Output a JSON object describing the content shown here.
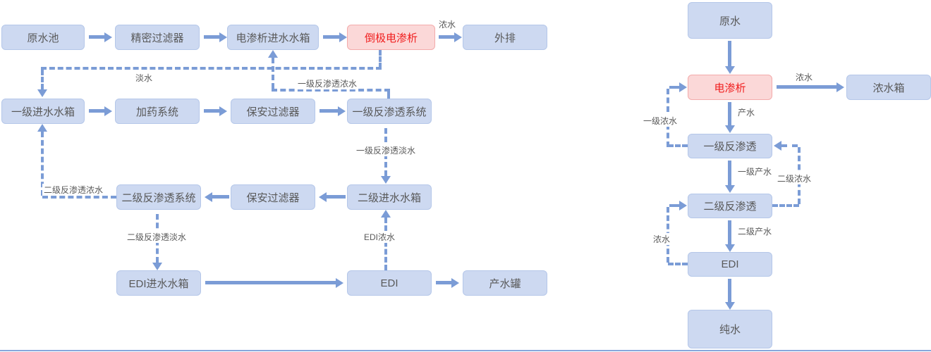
{
  "colors": {
    "box_bg": "#cdd9f1",
    "box_border": "#b5c7e9",
    "box_text": "#595959",
    "highlight_bg": "#fbd8d8",
    "highlight_border": "#f3abab",
    "highlight_text": "#f01e1e",
    "arrow": "#7b9cd6"
  },
  "left_diagram": {
    "boxes": {
      "raw_water_pool": "原水池",
      "precision_filter": "精密过滤器",
      "ed_feed_tank": "电渗析进水水箱",
      "edr": "倒极电渗析",
      "discharge": "外排",
      "stage1_feed_tank": "一级进水水箱",
      "dosing_system": "加药系统",
      "security_filter_1": "保安过滤器",
      "stage1_ro_system": "一级反渗透系统",
      "stage2_ro_system": "二级反渗透系统",
      "security_filter_2": "保安过滤器",
      "stage2_feed_tank": "二级进水水箱",
      "edi_feed_tank": "EDI进水水箱",
      "edi": "EDI",
      "product_tank": "产水罐"
    },
    "labels": {
      "concentrate": "浓水",
      "fresh_water": "淡水",
      "stage1_ro_concentrate": "一级反渗透浓水",
      "stage1_ro_permeate": "一级反渗透淡水",
      "stage2_ro_concentrate": "二级反渗透浓水",
      "stage2_ro_permeate": "二级反渗透淡水",
      "edi_concentrate": "EDI浓水"
    }
  },
  "right_diagram": {
    "boxes": {
      "raw_water": "原水",
      "ed": "电渗析",
      "concentrate_tank": "浓水箱",
      "stage1_ro": "一级反渗透",
      "stage2_ro": "二级反渗透",
      "edi": "EDI",
      "pure_water": "纯水"
    },
    "labels": {
      "concentrate": "浓水",
      "product_water": "产水",
      "stage1_concentrate": "一级浓水",
      "stage1_product": "一级产水",
      "stage2_concentrate": "二级浓水",
      "stage2_product": "二级产水",
      "edi_concentrate": "浓水"
    }
  }
}
